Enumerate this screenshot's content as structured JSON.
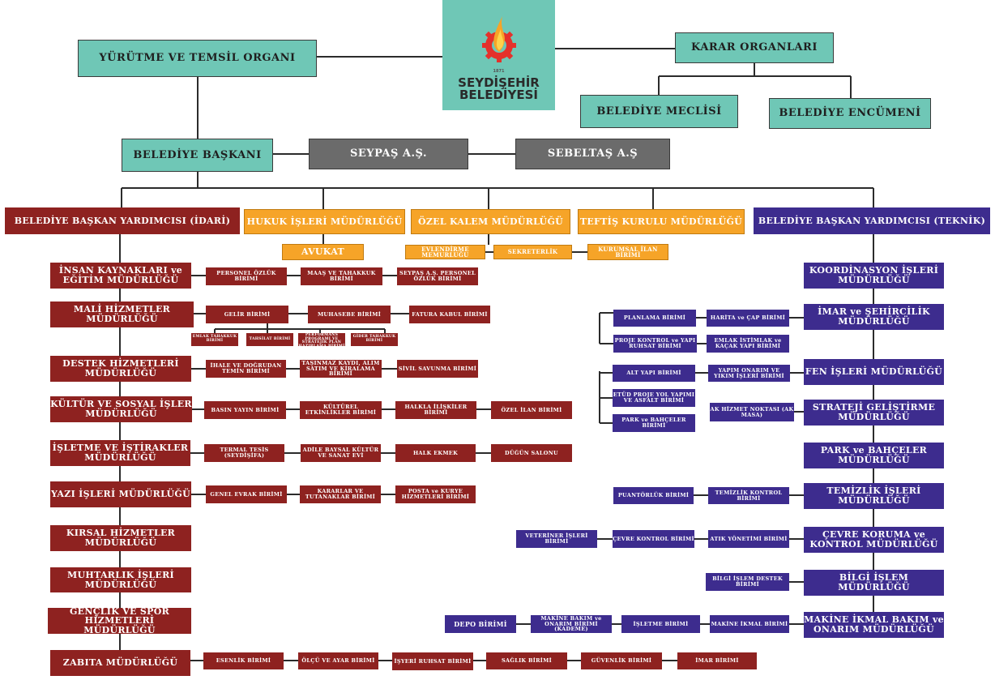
{
  "logo": {
    "name_line1": "SEYDİŞEHİR",
    "name_line2": "BELEDİYESİ",
    "year": "1871"
  },
  "top": {
    "executive": "YÜRÜTME VE TEMSİL ORGANI",
    "decision": "KARAR ORGANLARI",
    "council": "BELEDİYE MECLİSİ",
    "committee": "BELEDİYE ENCÜMENİ",
    "mayor": "BELEDİYE BAŞKANI",
    "company1": "SEYPAŞ A.Ş.",
    "company2": "SEBELTAŞ A.Ş"
  },
  "level2": {
    "admin_deputy": "BELEDİYE BAŞKAN YARDIMCISI (İDARİ)",
    "legal": "HUKUK İŞLERİ MÜDÜRLÜĞÜ",
    "private": "ÖZEL KALEM MÜDÜRLÜĞÜ",
    "inspection": "TEFTİŞ KURULU MÜDÜRLÜĞÜ",
    "tech_deputy": "BELEDİYE BAŞKAN YARDIMCISI (TEKNİK)",
    "lawyer": "AVUKAT",
    "marriage": "EVLENDİRME MEMURLUĞU",
    "secretariat": "SEKRETERLİK",
    "announcement": "KURUMSAL İLAN BİRİMİ"
  },
  "admin": {
    "hr": "İNSAN KAYNAKLARI ve EĞİTİM MÜDÜRLÜĞÜ",
    "hr_s1": "PERSONEL ÖZLÜK BİRİMİ",
    "hr_s2": "MAAŞ VE TAHAKKUK BİRİMİ",
    "hr_s3": "SEYPAŞ A.Ş. PERSONEL ÖZLÜK BİRİMİ",
    "finance": "MALİ HİZMETLER MÜDÜRLÜĞÜ",
    "fin_s1": "GELİR BİRİMİ",
    "fin_s2": "MUHASEBE BİRİMİ",
    "fin_s3": "FATURA KABUL BİRİMİ",
    "fin_s4": "EMLAK TAHAKKUK BİRİMİ",
    "fin_s5": "TAHSİLAT BİRİMİ",
    "fin_s6": "BÜTÇE PERFORMANS PROGRAMI VE STRATEJİK PLAN HAZIRLAMA BİRİMİ",
    "fin_s7": "GİDER TAHAKKUK BİRİMİ",
    "support": "DESTEK HİZMETLERİ MÜDÜRLÜĞÜ",
    "sup_s1": "İHALE VE DOĞRUDAN TEMİN BİRİMİ",
    "sup_s2": "TAŞINMAZ KAYDI, ALIM SATIM VE KİRALAMA BİRİMİ",
    "sup_s3": "SİVİL SAVUNMA BİRİMİ",
    "culture": "KÜLTÜR VE SOSYAL İŞLER MÜDÜRLÜĞÜ",
    "cul_s1": "BASIN YAYIN BİRİMİ",
    "cul_s2": "KÜLTÜREL ETKİNLİKLER BİRİMİ",
    "cul_s3": "HALKLA İLİŞKİLER BİRİMİ",
    "cul_s4": "ÖZEL İLAN BİRİMİ",
    "business": "İŞLETME VE İŞTİRAKLER MÜDÜRLÜĞÜ",
    "bus_s1": "TERMAL TESİS (SEYDİŞİFA)",
    "bus_s2": "ADİLE BAYSAL KÜLTÜR VE SANAT EVİ",
    "bus_s3": "HALK EKMEK",
    "bus_s4": "DÜĞÜN SALONU",
    "writing": "YAZI İŞLERİ MÜDÜRLÜĞÜ",
    "wri_s1": "GENEL EVRAK BİRİMİ",
    "wri_s2": "KARARLAR VE TUTANAKLAR BİRİMİ",
    "wri_s3": "POSTA ve KURYE HİZMETLERİ BİRİMİ",
    "rural": "KIRSAL HİZMETLER MÜDÜRLÜĞÜ",
    "headman": "MUHTARLIK İŞLERİ MÜDÜRLÜĞÜ",
    "youth": "GENÇLİK VE SPOR HİZMETLERİ MÜDÜRLÜĞÜ",
    "police": "ZABITA MÜDÜRLÜĞÜ",
    "pol_s1": "ESENLİK BİRİMİ",
    "pol_s2": "ÖLÇÜ VE AYAR BİRİMİ",
    "pol_s3": "İŞYERİ RUHSAT BİRİMİ",
    "pol_s4": "SAĞLIK BİRİMİ",
    "pol_s5": "GÜVENLİK BİRİMİ",
    "pol_s6": "İMAR BİRİMİ"
  },
  "tech": {
    "coord": "KOORDİNASYON İŞLERİ MÜDÜRLÜĞÜ",
    "zoning": "İMAR ve ŞEHİRCİLİK MÜDÜRLÜĞÜ",
    "zon_s1": "PLANLAMA BİRİMİ",
    "zon_s2": "HARİTA ve ÇAP BİRİMİ",
    "zon_s3": "PROJE KONTROL ve YAPI RUHSAT BİRİMİ",
    "zon_s4": "EMLAK İSTİMLAK ve KAÇAK YAPI BİRİMİ",
    "works": "FEN İŞLERİ MÜDÜRLÜĞÜ",
    "wor_s1": "ALT YAPI BİRİMİ",
    "wor_s2": "YAPIM ONARIM VE YIKIM İŞLERİ BİRİMİ",
    "wor_s3": "ETÜD PROJE YOL YAPIMI VE ASFALT BİRİMİ",
    "wor_s4": "PARK ve BAHÇELER BİRİMİ",
    "strategy": "STRATEJİ GELİŞTİRME MÜDÜRLÜĞÜ",
    "str_s1": "AK HİZMET NOKTASI (AK MASA)",
    "parks": "PARK ve BAHÇELER MÜDÜRLÜĞÜ",
    "cleaning": "TEMİZLİK İŞLERİ MÜDÜRLÜĞÜ",
    "cle_s1": "PUANTÖRLÜK BİRİMİ",
    "cle_s2": "TEMİZLİK KONTROL BİRİMİ",
    "env": "ÇEVRE KORUMA ve KONTROL MÜDÜRLÜĞÜ",
    "env_s1": "VETERİNER İŞLERİ BİRİMİ",
    "env_s2": "ÇEVRE KONTROL BİRİMİ",
    "env_s3": "ATIK YÖNETİMİ BİRİMİ",
    "it": "BİLGİ İŞLEM MÜDÜRLÜĞÜ",
    "it_s1": "BİLGİ İŞLEM DESTEK BİRİMİ",
    "machine": "MAKİNE İKMAL BAKIM ve ONARIM MÜDÜRLÜĞÜ",
    "mac_s1": "DEPO BİRİMİ",
    "mac_s2": "MAKİNE BAKIM ve ONARIM BİRİMİ (KADEME)",
    "mac_s3": "İŞLETME BİRİMİ",
    "mac_s4": "MAKİNE İKMAL BİRİMİ"
  },
  "colors": {
    "teal": "#6fc7b6",
    "grey": "#6b6b6b",
    "orange": "#f6a428",
    "red": "#8e2220",
    "purple": "#3d2c8e"
  },
  "icons": {
    "logo": "flame-gear-logo-icon"
  }
}
